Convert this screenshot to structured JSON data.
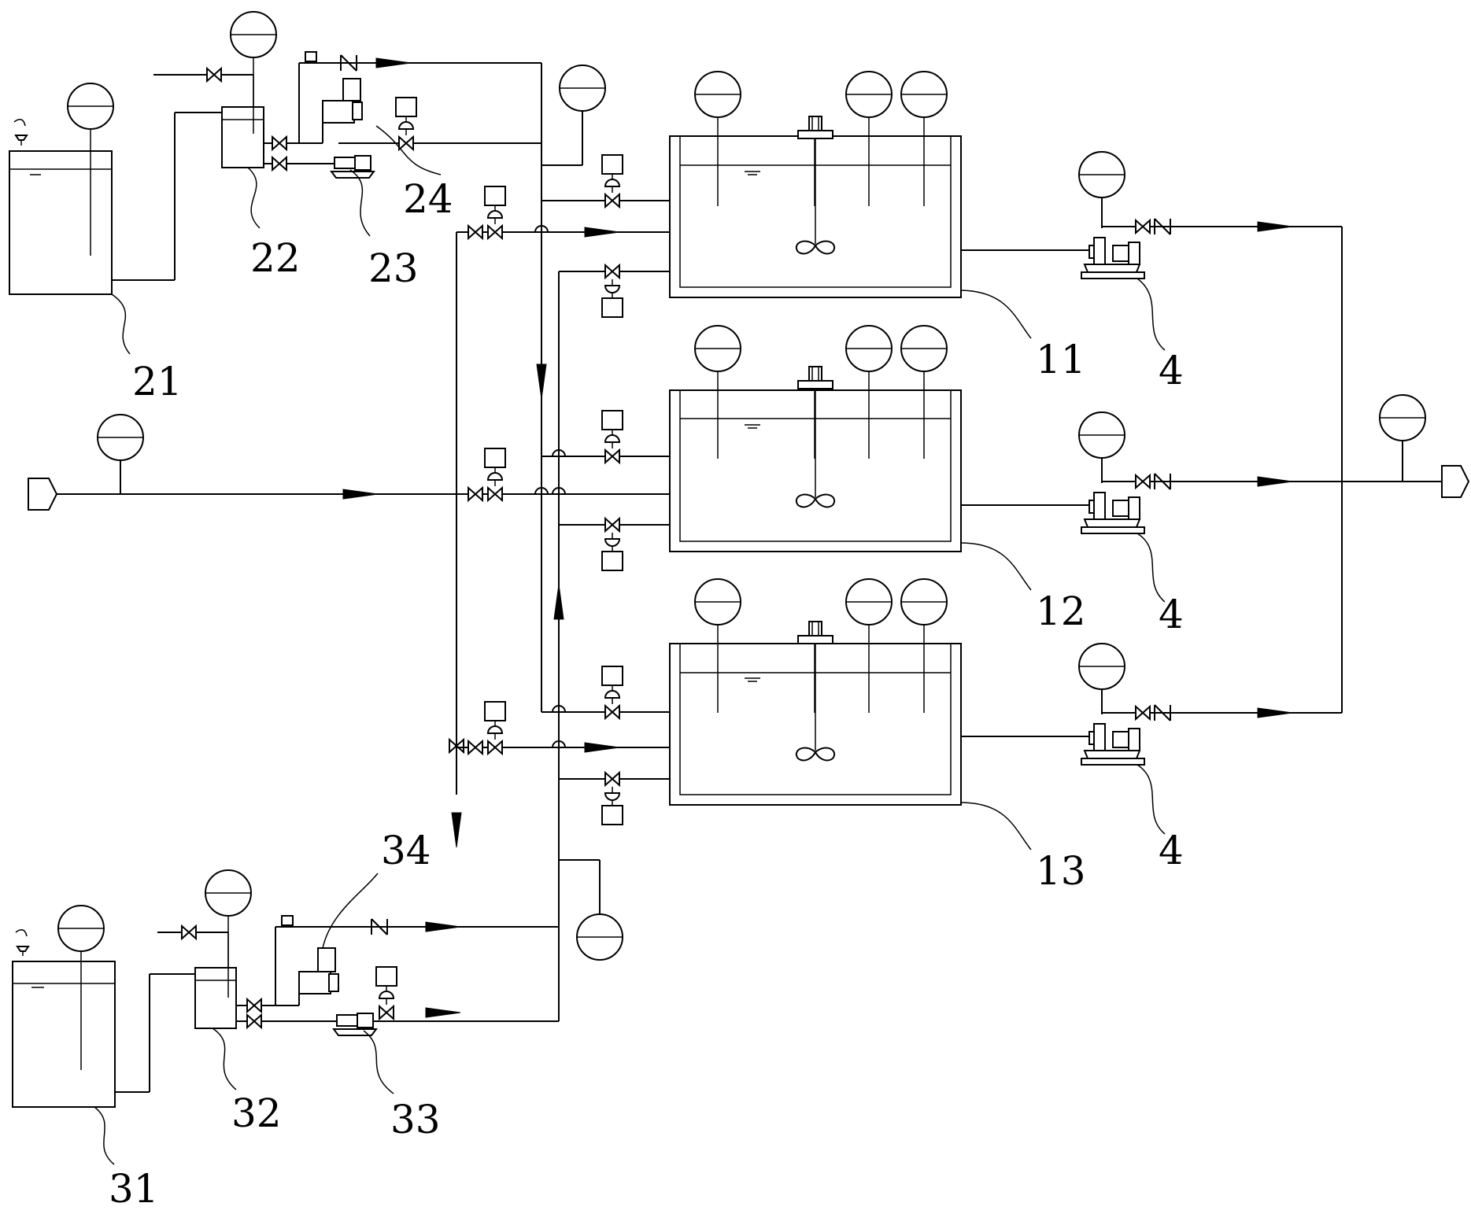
{
  "labels": {
    "tank_11": "11",
    "tank_12": "12",
    "tank_13": "13",
    "vessel_21": "21",
    "vessel_22": "22",
    "pump_23": "23",
    "pump_24": "24",
    "vessel_31": "31",
    "vessel_32": "32",
    "pump_33": "33",
    "pump_34": "34",
    "pump_4_a": "4",
    "pump_4_b": "4",
    "pump_4_c": "4"
  },
  "colors": {
    "line": "#000000",
    "background": "#ffffff"
  },
  "icons": [
    "gauge-icon",
    "gate-valve-icon",
    "control-valve-icon",
    "check-valve-icon",
    "pump-icon",
    "agitator-icon",
    "flow-arrow-icon",
    "connector-icon",
    "funnel-icon"
  ]
}
